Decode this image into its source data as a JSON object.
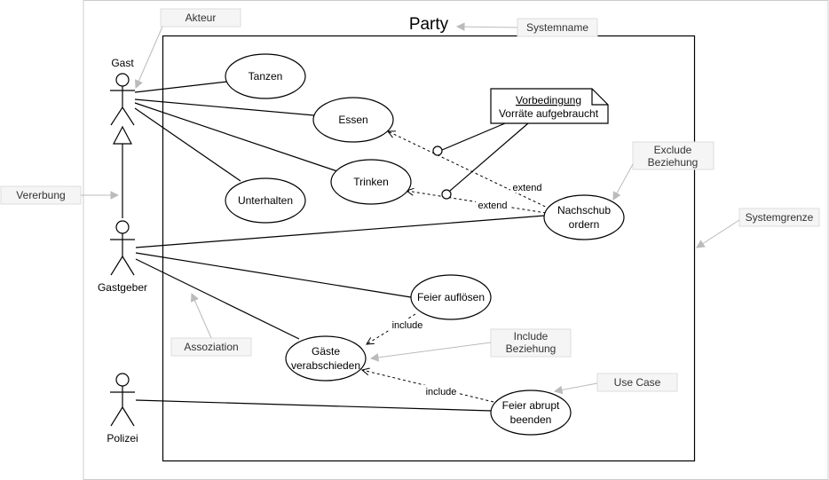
{
  "system": {
    "name": "Party"
  },
  "actors": {
    "gast": "Gast",
    "gastgeber": "Gastgeber",
    "polizei": "Polizei"
  },
  "use_cases": {
    "tanzen": "Tanzen",
    "essen": "Essen",
    "unterhalten": "Unterhalten",
    "trinken": "Trinken",
    "nachschub": [
      "Nachschub",
      "ordern"
    ],
    "feier_aufloesen": "Feier auflösen",
    "gaeste": [
      "Gäste",
      "verabschieden"
    ],
    "feier_abrupt": [
      "Feier abrupt",
      "beenden"
    ]
  },
  "relations": {
    "extend_1": "extend",
    "extend_2": "extend",
    "include_1": "include",
    "include_2": "include"
  },
  "note": {
    "title": "Vorbedingung",
    "text": "Vorräte aufgebraucht"
  },
  "annotations": {
    "akteur": [
      "Akteur"
    ],
    "systemname": [
      "Systemname"
    ],
    "vererbung": [
      "Vererbung"
    ],
    "exclude": [
      "Exclude",
      "Beziehung"
    ],
    "systemgrenze": [
      "Systemgrenze"
    ],
    "assoziation": [
      "Assoziation"
    ],
    "include": [
      "Include",
      "Beziehung"
    ],
    "use_case": [
      "Use Case"
    ]
  }
}
